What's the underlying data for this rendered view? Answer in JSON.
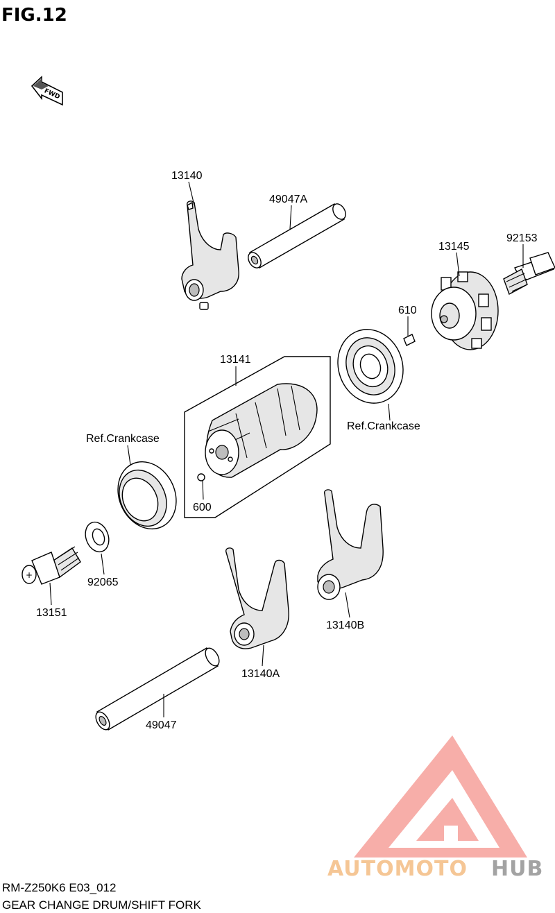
{
  "figure": {
    "title": "FIG.12",
    "fwd_label": "FWD"
  },
  "parts": [
    {
      "id": "p13140",
      "label": "13140"
    },
    {
      "id": "p49047A",
      "label": "49047A"
    },
    {
      "id": "p13145",
      "label": "13145"
    },
    {
      "id": "p92153",
      "label": "92153"
    },
    {
      "id": "p610",
      "label": "610"
    },
    {
      "id": "p13141",
      "label": "13141"
    },
    {
      "id": "pRefCrank1",
      "label": "Ref.Crankcase"
    },
    {
      "id": "pRefCrank2",
      "label": "Ref.Crankcase"
    },
    {
      "id": "p600",
      "label": "600"
    },
    {
      "id": "p92065",
      "label": "92065"
    },
    {
      "id": "p13151",
      "label": "13151"
    },
    {
      "id": "p13140B",
      "label": "13140B"
    },
    {
      "id": "p13140A",
      "label": "13140A"
    },
    {
      "id": "p49047",
      "label": "49047"
    }
  ],
  "footer": {
    "model_code": "RM-Z250K6 E03_012",
    "caption": "GEAR CHANGE DRUM/SHIFT FORK"
  },
  "watermark": {
    "brand_part1": "AUTOMOTO",
    "brand_part2": "HUB",
    "color_primary": "#f7a6a0",
    "color_secondary": "#f5c08a",
    "color_gray": "#9a9a9a"
  }
}
